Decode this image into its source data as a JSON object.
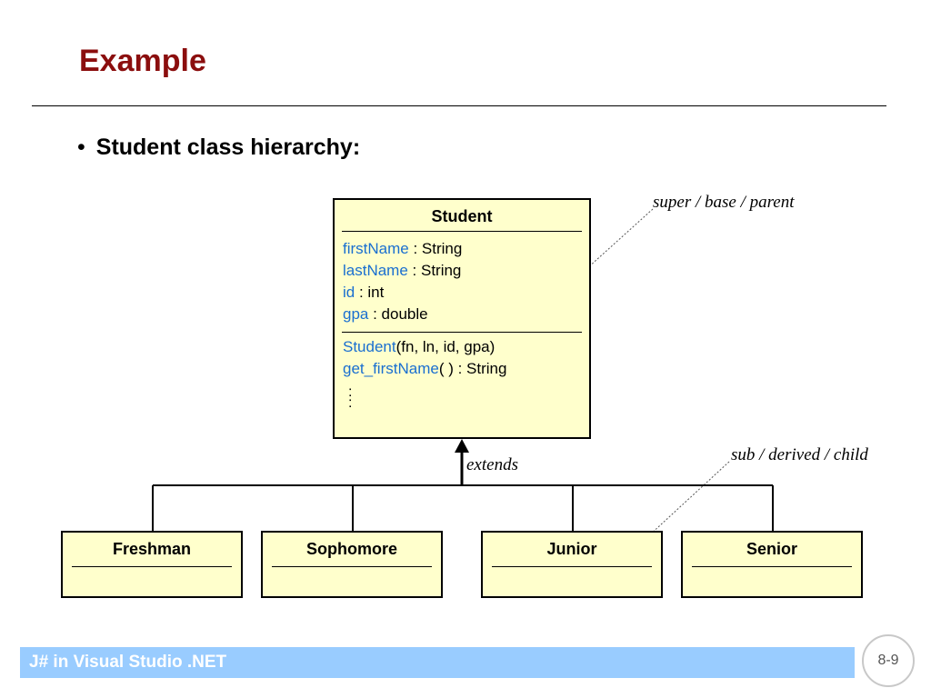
{
  "slide": {
    "title": "Example",
    "bullet": "Student class hierarchy:"
  },
  "diagram": {
    "superclass": {
      "name": "Student",
      "attributes": [
        {
          "name": "firstName",
          "type": " : String"
        },
        {
          "name": "lastName",
          "type": " : String"
        },
        {
          "name": "id",
          "type": " : int"
        },
        {
          "name": "gpa",
          "type": " : double"
        }
      ],
      "methods": [
        {
          "name": "Student",
          "signature": "(fn, ln, id, gpa)"
        },
        {
          "name": "get_firstName",
          "signature": "( ) : String"
        }
      ],
      "ellipsis": ":\n:"
    },
    "subclasses": [
      "Freshman",
      "Sophomore",
      "Junior",
      "Senior"
    ],
    "relationship_label": "extends",
    "callout_super": "super / base / parent",
    "callout_sub": "sub / derived / child"
  },
  "footer": {
    "text": "J# in Visual Studio .NET",
    "page_number": "8-9"
  },
  "colors": {
    "title": "#8b0e0e",
    "member_name": "#1a6fd0",
    "box_fill": "#ffffcc",
    "footer_bar": "#99ccff"
  }
}
